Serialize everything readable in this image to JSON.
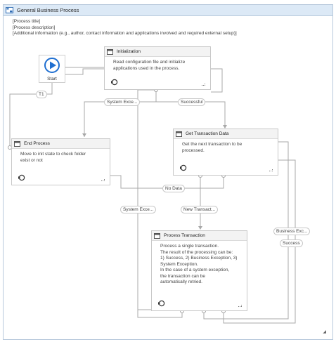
{
  "sequence": {
    "title": "General Business Process",
    "meta_lines": [
      "[Process title]",
      "[Process description]",
      "[Additional information (e.g., author, contact information and applications involved and required external setup)]"
    ]
  },
  "start": {
    "label": "Start"
  },
  "states": {
    "initialization": {
      "title": "Initialization",
      "description": "Read configuration file and initialize\napplications used in the process."
    },
    "get_transaction": {
      "title": "Get Transaction Data",
      "description": "Get the next transaction to be\nprocessed."
    },
    "end_process": {
      "title": "End Process",
      "description": "Move to init state to check folder\nexist or not"
    },
    "process_transaction": {
      "title": "Process Transaction",
      "description": "Process a single transaction.\nThe result of the processing can be:\n1) Success, 2) Business Exception, 3)\nSystem Exception.\nIn the case of a system exception,\nthe transaction can be\nautomatically retried."
    }
  },
  "transitions": {
    "t1": "T1",
    "system_exception_init": "System Exce...",
    "successful": "Successful",
    "no_data": "No Data",
    "system_exception_get": "System Exce...",
    "new_transaction": "New Transact...",
    "business_exception": "Business Exc...",
    "success": "Success"
  },
  "icons": [
    "sequence-icon",
    "state-icon",
    "play-icon",
    "entry-icon",
    "resize-grip-icon"
  ],
  "colors": {
    "header_bg": "#dce9f6",
    "play_blue": "#1f6fd1",
    "wire": "#a8a8a8"
  }
}
